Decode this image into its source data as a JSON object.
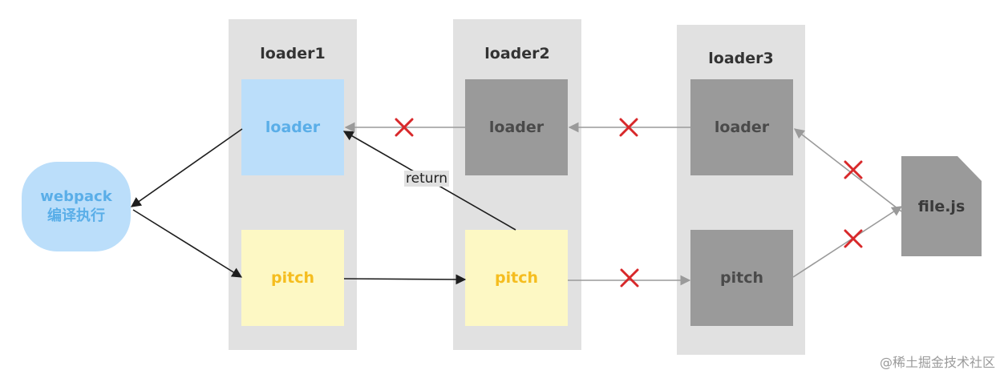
{
  "columns": [
    {
      "title": "loader1"
    },
    {
      "title": "loader2"
    },
    {
      "title": "loader3"
    }
  ],
  "nodes": {
    "webpack": {
      "line1": "webpack",
      "line2": "编译执行"
    },
    "loader1_loader": "loader",
    "loader1_pitch": "pitch",
    "loader2_loader": "loader",
    "loader2_pitch": "pitch",
    "loader3_loader": "loader",
    "loader3_pitch": "pitch",
    "file": "file.js"
  },
  "edge_labels": {
    "return": "return"
  },
  "watermark": "@稀土掘金技术社区",
  "colors": {
    "column_bg": "#e1e1e1",
    "active_loader": "#bbdefa",
    "active_pitch": "#fdf8c4",
    "inactive": "#9a9a9a",
    "cross": "#d8282a"
  }
}
